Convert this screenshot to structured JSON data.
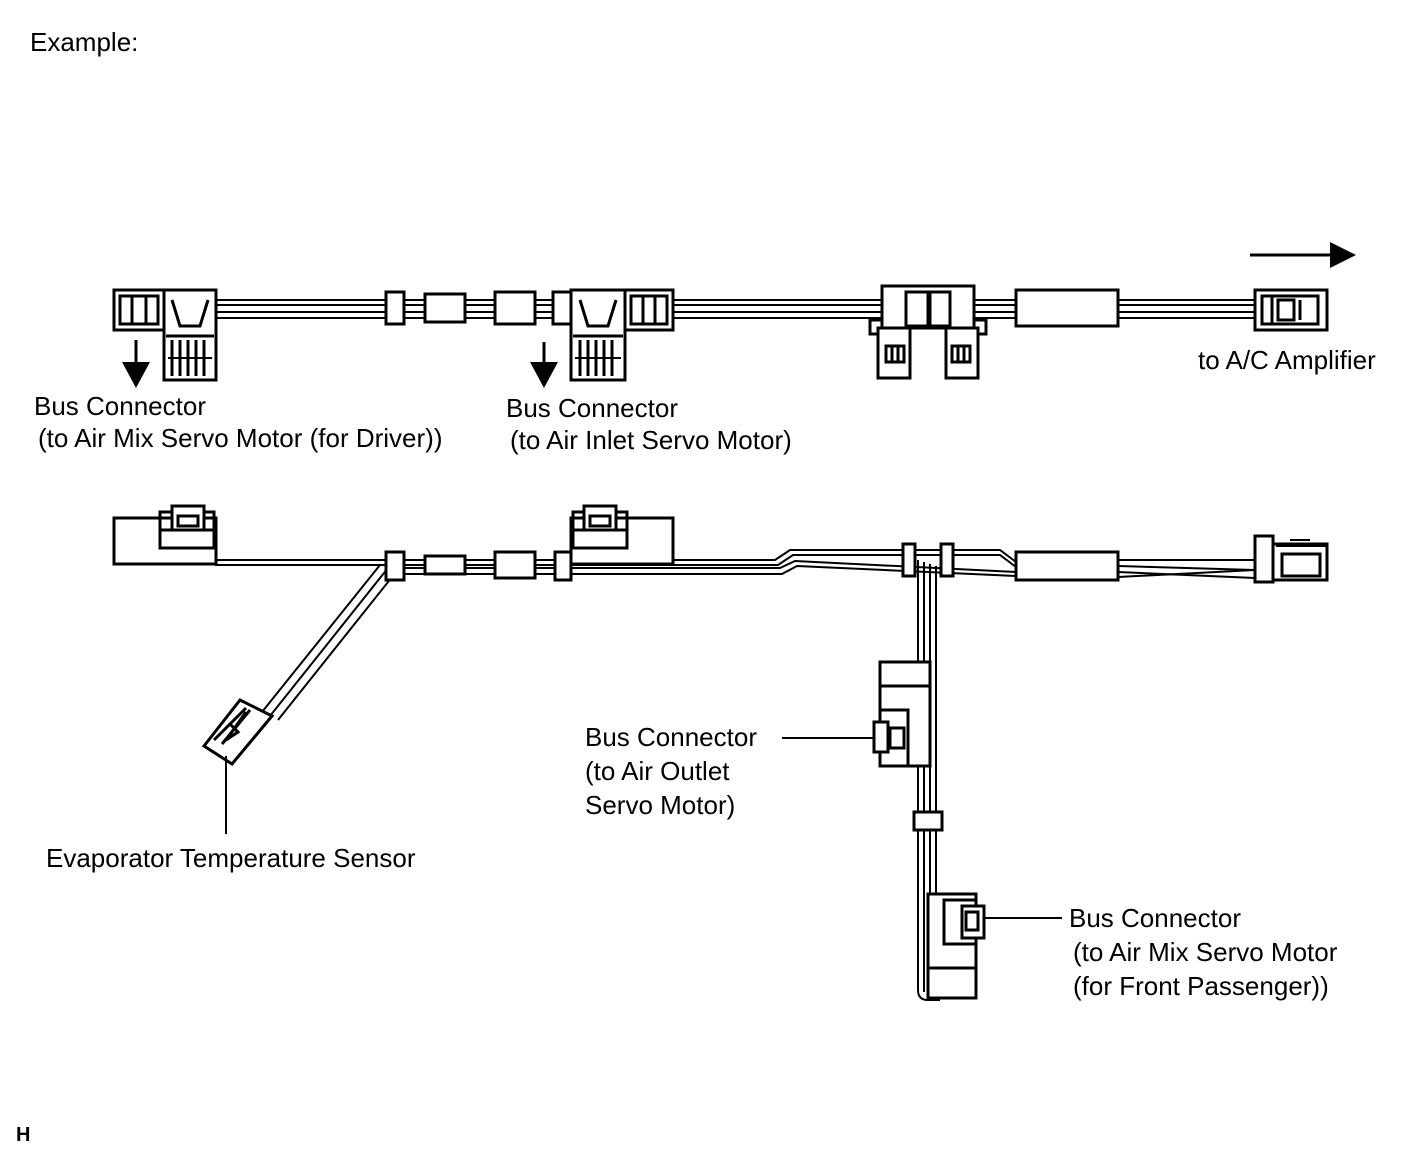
{
  "heading": "Example:",
  "corner_mark": "H",
  "labels": {
    "amplifier": "to A/C Amplifier",
    "bus_driver_line1": "Bus Connector",
    "bus_driver_line2": "(to Air Mix Servo Motor (for Driver))",
    "bus_inlet_line1": "Bus Connector",
    "bus_inlet_line2": "(to Air Inlet Servo Motor)",
    "bus_outlet_line1": "Bus Connector",
    "bus_outlet_line2": "(to Air Outlet",
    "bus_outlet_line3": "Servo Motor)",
    "evap_sensor": "Evaporator Temperature Sensor",
    "bus_passenger_line1": "Bus Connector",
    "bus_passenger_line2": "(to Air Mix Servo Motor",
    "bus_passenger_line3": "(for Front Passenger))"
  }
}
